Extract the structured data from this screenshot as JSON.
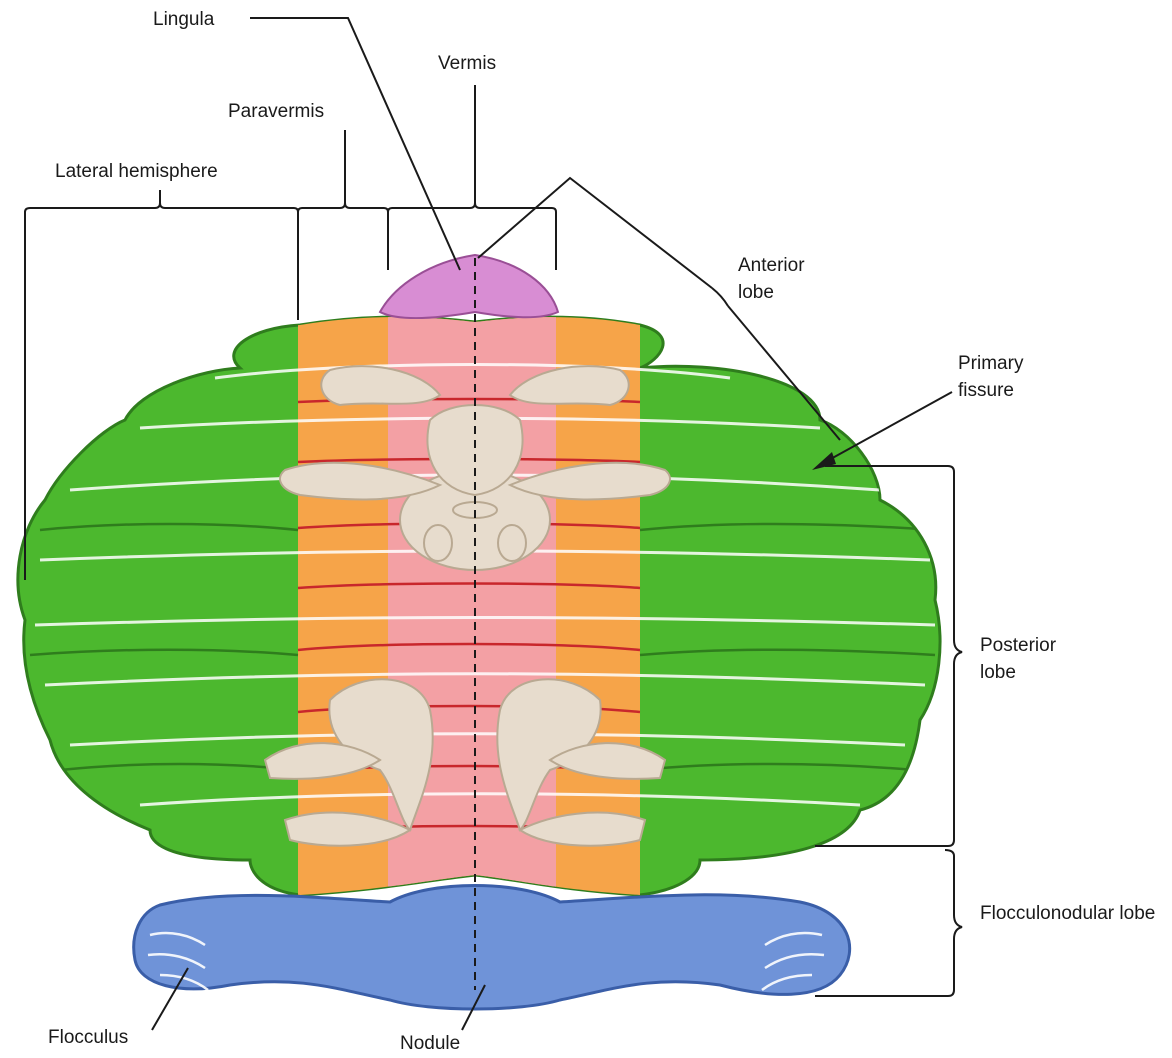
{
  "labels": {
    "lingula": "Lingula",
    "vermis": "Vermis",
    "paravermis": "Paravermis",
    "lateral_hemisphere": "Lateral hemisphere",
    "anterior_lobe": "Anterior lobe",
    "primary_fissure": "Primary fissure",
    "posterior_lobe": "Posterior lobe",
    "flocculonodular_lobe": "Flocculonodular lobe",
    "flocculus": "Flocculus",
    "nodule": "Nodule"
  },
  "colors": {
    "hemisphere": "#4cb82e",
    "hemisphere_dark": "#2f7d1d",
    "paravermis": "#f6a449",
    "vermis": "#f3a0a4",
    "lingula": "#d88dd3",
    "flocculonodular": "#6f93d8",
    "flocculonodular_dark": "#3a5ea8",
    "homunculus": "#e7dccd",
    "fissure_line": "#c8272c"
  }
}
